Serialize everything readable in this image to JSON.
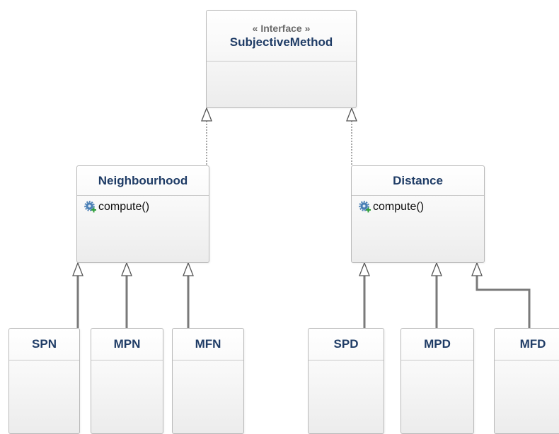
{
  "interface": {
    "stereotype": "« Interface »",
    "name": "SubjectiveMethod"
  },
  "classes": {
    "neighbourhood": {
      "name": "Neighbourhood",
      "operation": "compute()",
      "operation_icon": "public-method-gear-plus-icon"
    },
    "distance": {
      "name": "Distance",
      "operation": "compute()",
      "operation_icon": "public-method-gear-plus-icon"
    },
    "spn": {
      "name": "SPN"
    },
    "mpn": {
      "name": "MPN"
    },
    "mfn": {
      "name": "MFN"
    },
    "spd": {
      "name": "SPD"
    },
    "mpd": {
      "name": "MPD"
    },
    "mfd": {
      "name": "MFD"
    }
  },
  "colors": {
    "class_name": "#1f3c66",
    "stereotype": "#6a6a6a",
    "border": "#b9b9b9",
    "connector": "#7a7a7a",
    "gear": "#4a7fb5",
    "plus": "#2e9e3a"
  }
}
